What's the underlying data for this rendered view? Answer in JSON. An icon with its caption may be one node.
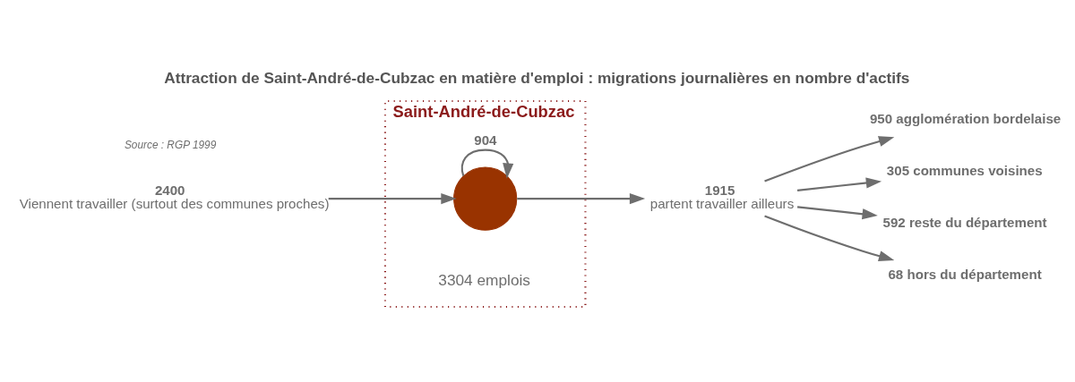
{
  "diagram": {
    "title": "Attraction de Saint-André-de-Cubzac en matière d'emploi : migrations journalières en nombre d'actifs",
    "nodes": [
      {
        "text": [
          "Saint-André-de-Cubzac"
        ]
      },
      {
        "text": [],
        "shape": "circle",
        "in": 0,
        "beside": [
          "3304 emplois"
        ]
      },
      {
        "text": [
          "2400",
          "Viennent travailler (surtout des communes proches)"
        ]
      },
      {
        "text": [
          "1915",
          "partent travailler ailleurs"
        ]
      },
      {
        "text": [
          "950 agglomération bordelaise"
        ]
      },
      {
        "text": [
          "305 communes voisines"
        ]
      },
      {
        "text": [
          "592 reste du département"
        ]
      },
      {
        "text": [
          "68 hors du département"
        ]
      }
    ],
    "edges": [
      {
        "from": 2,
        "to": 1,
        "arrow": "to"
      },
      {
        "from": 1,
        "to": 1,
        "arrow": "to",
        "label": "904"
      },
      {
        "from": 1,
        "to": 3,
        "arrow": "to"
      },
      {
        "from": 3,
        "to": 4,
        "arrow": "to"
      },
      {
        "from": 3,
        "to": 5,
        "arrow": "to"
      },
      {
        "from": 3,
        "to": 6,
        "arrow": "to"
      },
      {
        "from": 3,
        "to": 7,
        "arrow": "to"
      }
    ],
    "labels": [
      "Source : RGP 1999"
    ]
  }
}
